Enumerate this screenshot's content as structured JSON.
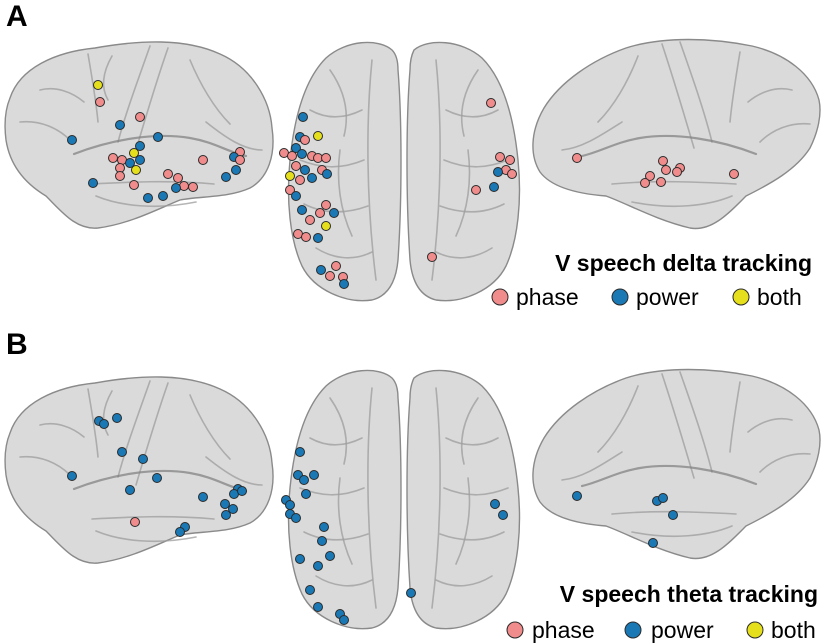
{
  "colors": {
    "phase": "#f08c8c",
    "power": "#1a78b4",
    "both": "#e6e01c"
  },
  "panels": [
    {
      "id": "A",
      "letter": "A",
      "legend": {
        "title": "V speech delta tracking",
        "items": [
          {
            "key": "phase",
            "label": "phase"
          },
          {
            "key": "power",
            "label": "power"
          },
          {
            "key": "both",
            "label": "both"
          }
        ]
      }
    },
    {
      "id": "B",
      "letter": "B",
      "legend": {
        "title": "V speech theta tracking",
        "items": [
          {
            "key": "phase",
            "label": "phase"
          },
          {
            "key": "power",
            "label": "power"
          },
          {
            "key": "both",
            "label": "both"
          }
        ]
      }
    }
  ],
  "views": [
    {
      "name": "left-lateral-view"
    },
    {
      "name": "left-hemisphere-top-view"
    },
    {
      "name": "right-hemisphere-top-view"
    },
    {
      "name": "right-lateral-view"
    }
  ]
}
